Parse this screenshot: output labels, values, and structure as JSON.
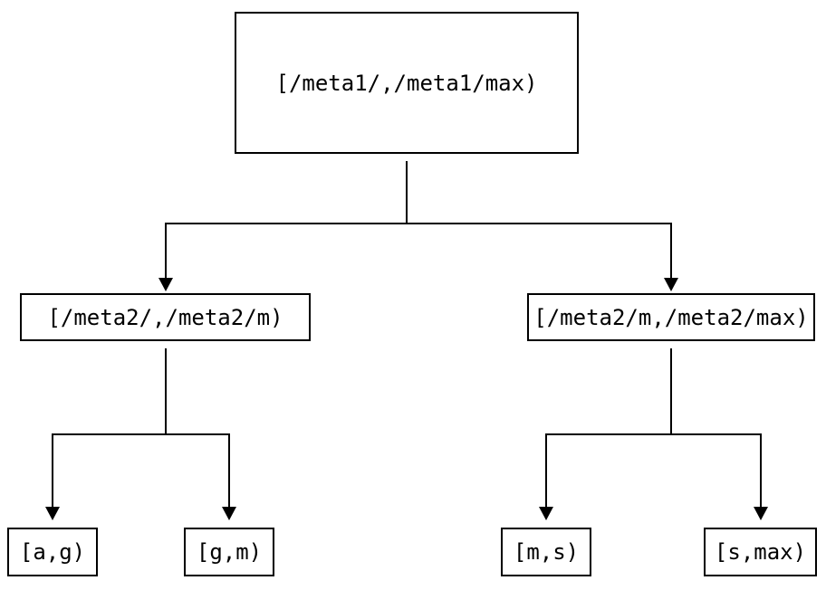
{
  "diagram": {
    "type": "tree",
    "background_color": "#ffffff",
    "line_color": "#000000",
    "text_color": "#000000",
    "nodes": [
      {
        "id": "root",
        "label": "[/meta1/,/meta1/max)"
      },
      {
        "id": "meta2-left",
        "label": "[/meta2/,/meta2/m)"
      },
      {
        "id": "meta2-right",
        "label": "[/meta2/m,/meta2/max)"
      },
      {
        "id": "leaf-a-g",
        "label": "[a,g)"
      },
      {
        "id": "leaf-g-m",
        "label": "[g,m)"
      },
      {
        "id": "leaf-m-s",
        "label": "[m,s)"
      },
      {
        "id": "leaf-s-max",
        "label": "[s,max)"
      }
    ],
    "edges": [
      {
        "from": "root",
        "to": "meta2-left"
      },
      {
        "from": "root",
        "to": "meta2-right"
      },
      {
        "from": "meta2-left",
        "to": "leaf-a-g"
      },
      {
        "from": "meta2-left",
        "to": "leaf-g-m"
      },
      {
        "from": "meta2-right",
        "to": "leaf-m-s"
      },
      {
        "from": "meta2-right",
        "to": "leaf-s-max"
      }
    ]
  }
}
